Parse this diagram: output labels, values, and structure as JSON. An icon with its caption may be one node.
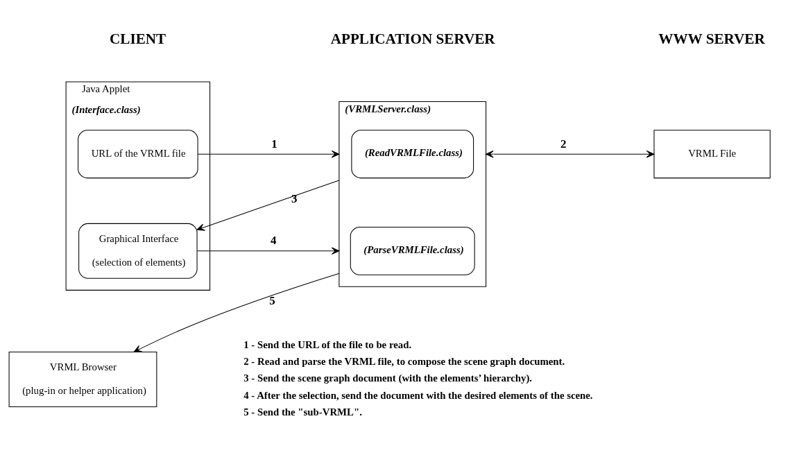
{
  "diagram": {
    "nodes": [
      {
        "text": [
          "Java Applet",
          "(Interface.class)"
        ]
      },
      {
        "text": [
          "URL of the VRML file"
        ],
        "in": 0
      },
      {
        "text": [
          "Graphical Interface",
          "(selection of elements)"
        ],
        "in": 0
      },
      {
        "text": [
          "VRML Browser",
          "(plug-in or helper application)"
        ]
      },
      {
        "text": [
          "(VRMLServer.class)"
        ]
      },
      {
        "text": [
          "(ReadVRMLFile.class)"
        ],
        "in": 4
      },
      {
        "text": [
          "(ParseVRMLFile.class)"
        ],
        "in": 4
      },
      {
        "text": [
          "VRML File"
        ]
      }
    ],
    "edges": [
      {
        "from": 1,
        "to": 4,
        "arrow": "to",
        "label": "1"
      },
      {
        "from": 4,
        "to": 7,
        "arrow": "both",
        "label": "2"
      },
      {
        "from": 4,
        "to": 2,
        "arrow": "to",
        "label": "3"
      },
      {
        "from": 2,
        "to": 4,
        "arrow": "to",
        "label": "4"
      },
      {
        "from": 4,
        "to": 3,
        "arrow": "to",
        "label": "5"
      }
    ],
    "labels": [
      "CLIENT",
      "APPLICATION SERVER",
      "WWW SERVER",
      "1 - Send the URL of the file to be read.",
      "2 - Read and parse the VRML file, to compose the scene graph document.",
      "3 - Send the scene graph document (with the elements’ hierarchy).",
      "4 - After the selection, send the document with the desired elements of the scene.",
      "5 - Send the \"sub-VRML\"."
    ]
  }
}
